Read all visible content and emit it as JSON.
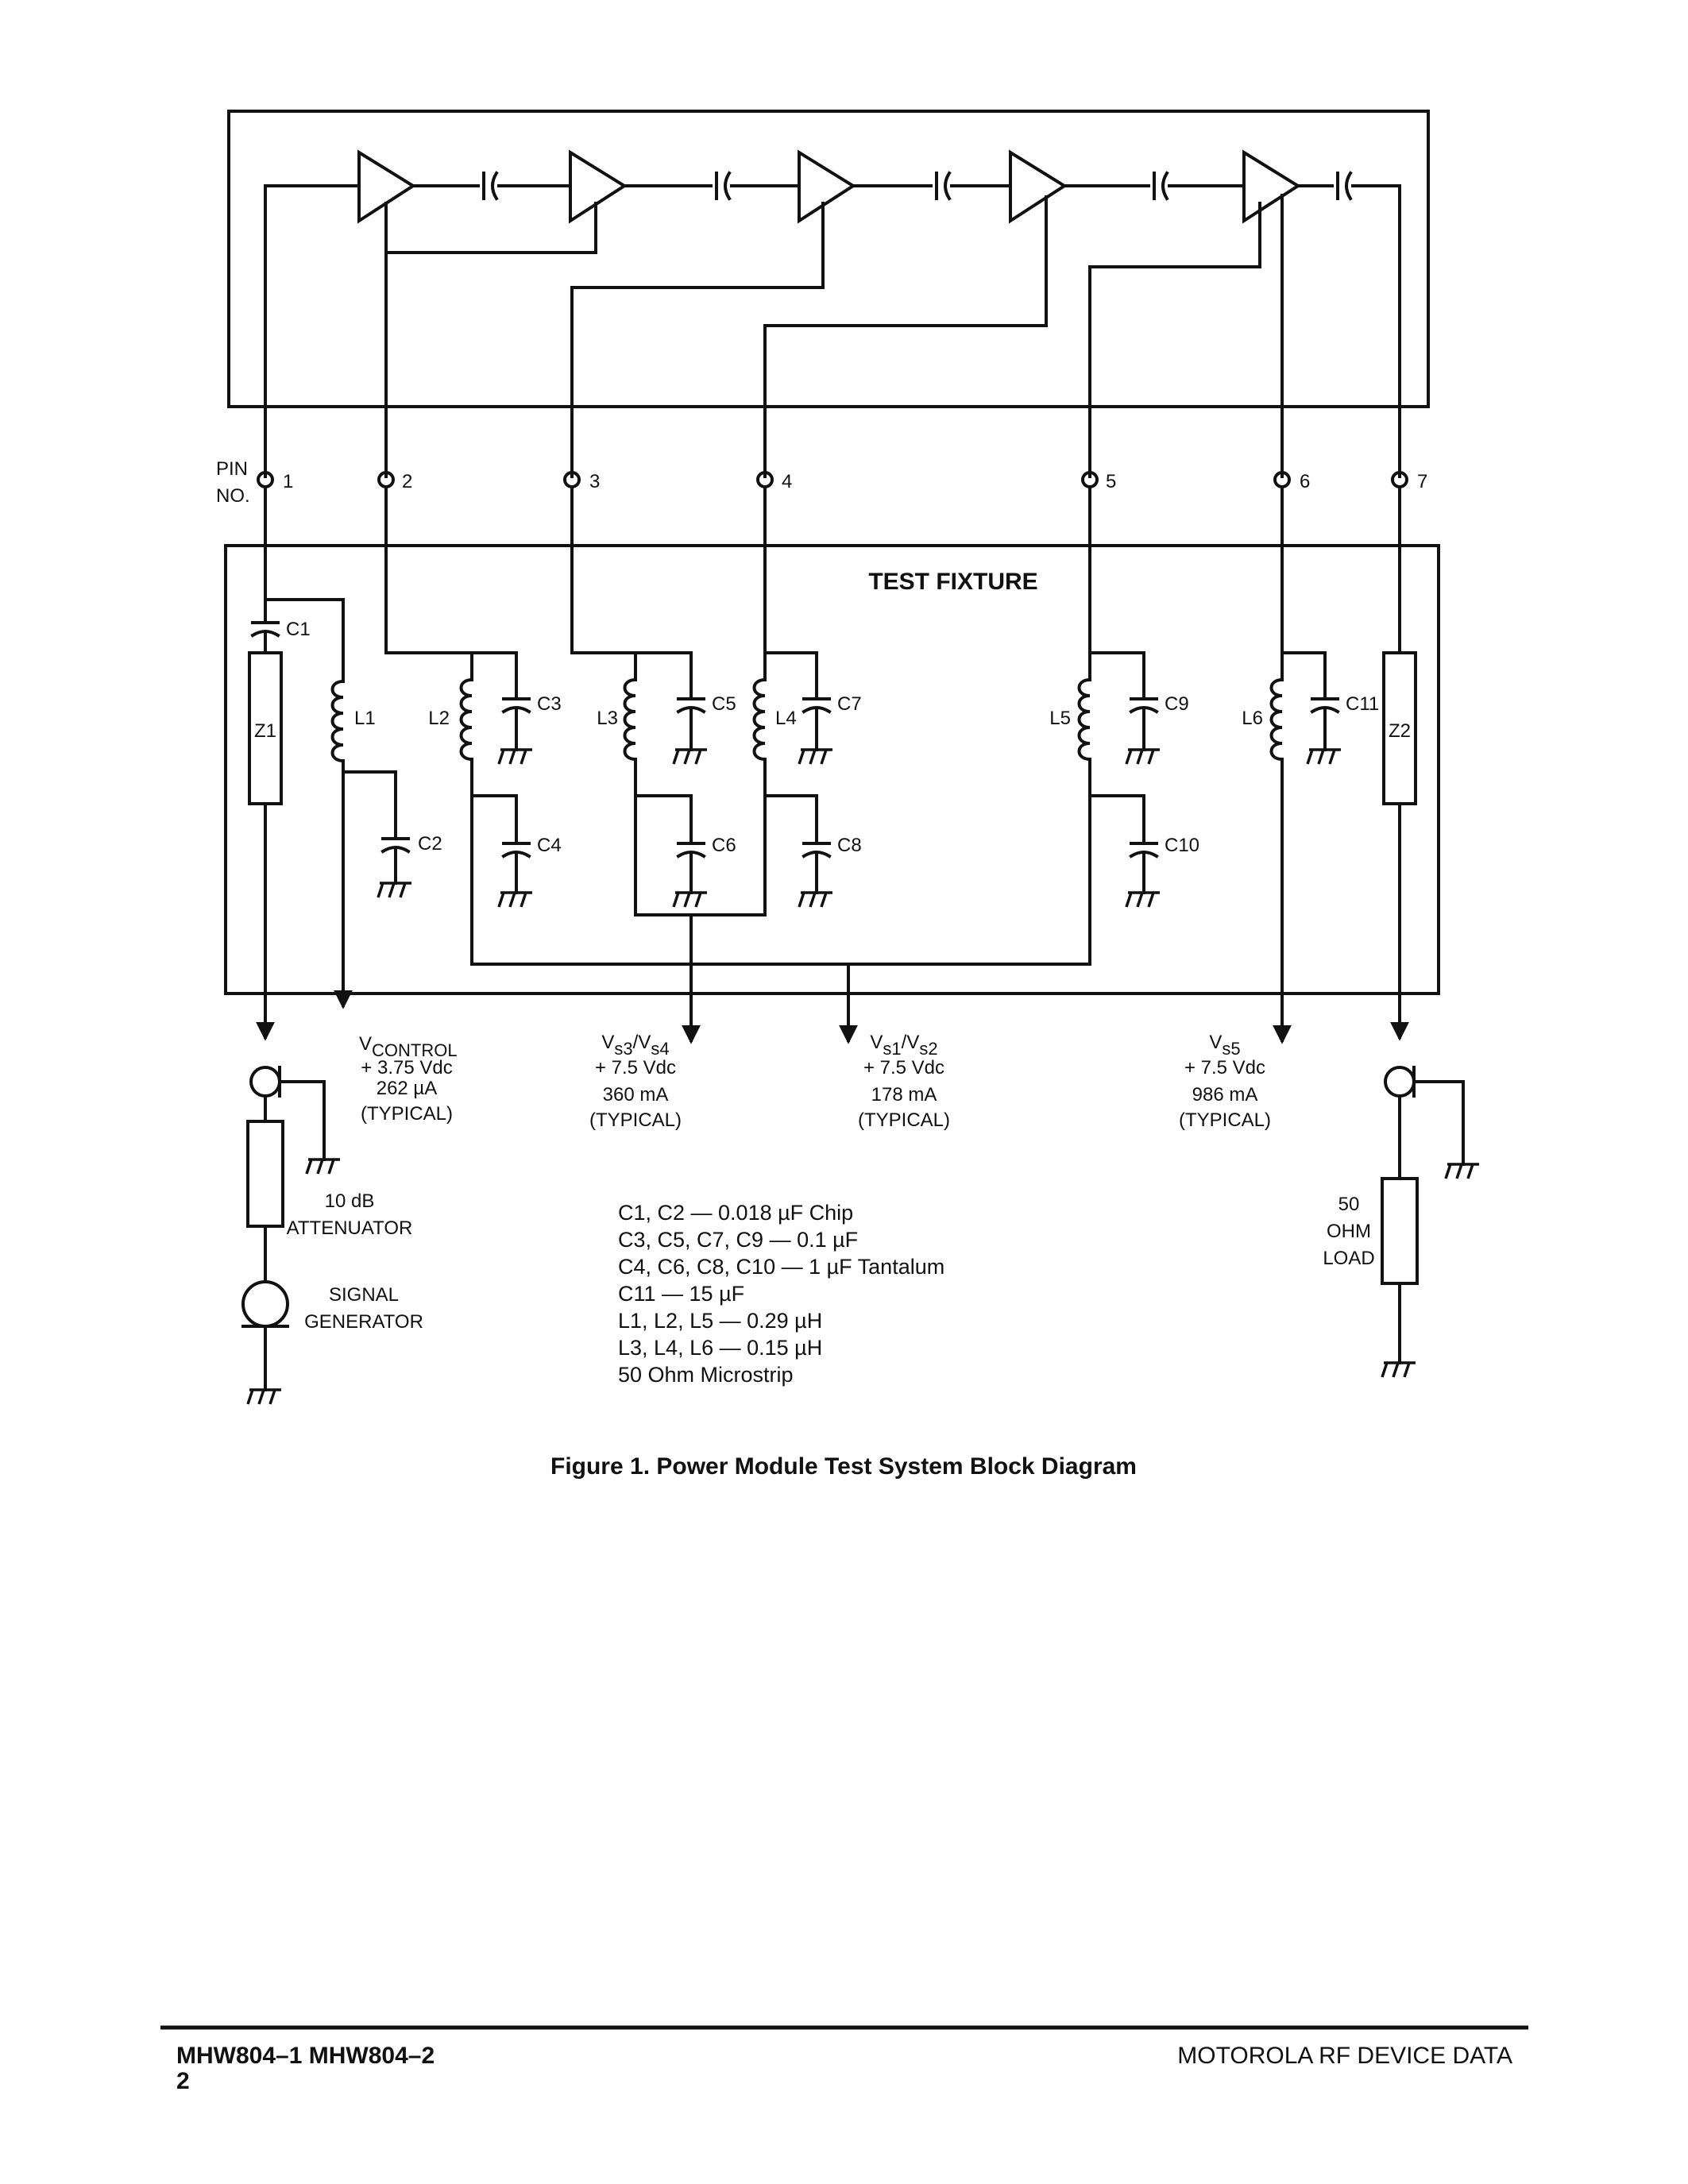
{
  "pin_header": {
    "line1": "PIN",
    "line2": "NO."
  },
  "pins": [
    "1",
    "2",
    "3",
    "4",
    "5",
    "6",
    "7"
  ],
  "fixture_title": "TEST FIXTURE",
  "components": {
    "C1": "C1",
    "C2": "C2",
    "C3": "C3",
    "C4": "C4",
    "C5": "C5",
    "C6": "C6",
    "C7": "C7",
    "C8": "C8",
    "C9": "C9",
    "C10": "C10",
    "C11": "C11",
    "L1": "L1",
    "L2": "L2",
    "L3": "L3",
    "L4": "L4",
    "L5": "L5",
    "L6": "L6",
    "Z1": "Z1",
    "Z2": "Z2"
  },
  "supplies": {
    "vcontrol": {
      "symbol": "V",
      "sub": "CONTROL",
      "voltage": "+ 3.75 Vdc",
      "current": "262 µA",
      "note": "(TYPICAL)"
    },
    "vs34": {
      "v1": "V",
      "s1": "s3",
      "slash": "/V",
      "s2": "s4",
      "voltage": "+ 7.5 Vdc",
      "current": "360 mA",
      "note": "(TYPICAL)"
    },
    "vs12": {
      "v1": "V",
      "s1": "s1",
      "slash": "/V",
      "s2": "s2",
      "voltage": "+ 7.5 Vdc",
      "current": "178 mA",
      "note": "(TYPICAL)"
    },
    "vs5": {
      "v1": "V",
      "s1": "s5",
      "voltage": "+ 7.5 Vdc",
      "current": "986 mA",
      "note": "(TYPICAL)"
    }
  },
  "input_chain": {
    "attenuator_line1": "10 dB",
    "attenuator_line2": "ATTENUATOR",
    "generator_line1": "SIGNAL",
    "generator_line2": "GENERATOR"
  },
  "load": {
    "line1": "50",
    "line2": "OHM",
    "line3": "LOAD"
  },
  "parts_list": [
    "C1, C2 — 0.018 µF Chip",
    "C3, C5, C7, C9 — 0.1 µF",
    "C4, C6, C8, C10 — 1 µF Tantalum",
    "C11 — 15 µF",
    "L1, L2, L5 — 0.29 µH",
    "L3, L4, L6 — 0.15 µH",
    "50 Ohm Microstrip"
  ],
  "caption": "Figure 1. Power Module Test System Block Diagram",
  "footer": {
    "part_numbers": "MHW804–1 MHW804–2",
    "page": "2",
    "publisher": "MOTOROLA RF DEVICE DATA"
  }
}
